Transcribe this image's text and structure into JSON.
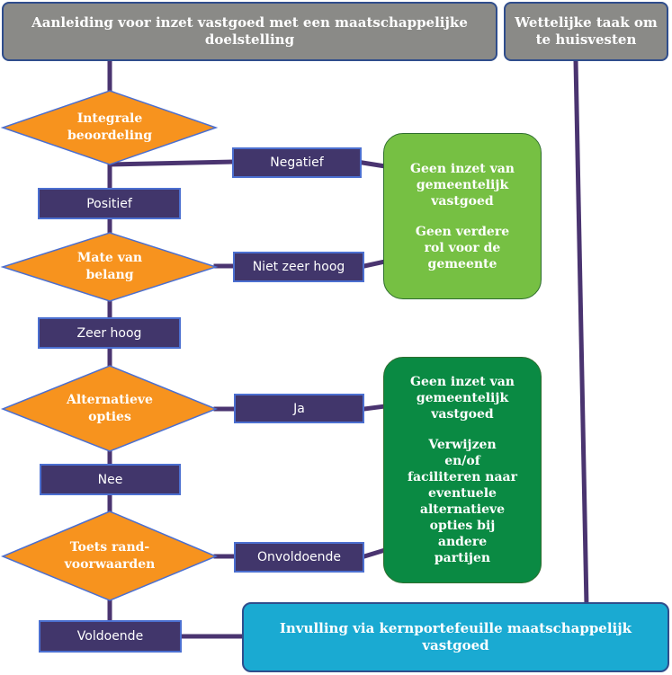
{
  "colors": {
    "header_fill": "#8a8a87",
    "decision_fill": "#f7931e",
    "label_fill": "#41366b",
    "connector": "#4a3470",
    "outcome_light_green": "#76c043",
    "outcome_dark_green": "#0a8a43",
    "final_fill": "#1aaad2"
  },
  "header": {
    "main": "Aanleiding voor inzet vastgoed met een maatschappelijke doelstelling",
    "legal": "Wettelijke taak om te huisvesten"
  },
  "decisions": [
    {
      "text": "Integrale\nbeoordeling"
    },
    {
      "text": "Mate van\nbelang"
    },
    {
      "text": "Alternatieve\nopties"
    },
    {
      "text": "Toets rand-\nvoorwaarden"
    }
  ],
  "labels": {
    "positief": "Positief",
    "negatief": "Negatief",
    "zeer_hoog": "Zeer hoog",
    "niet_zeer_hoog": "Niet zeer hoog",
    "ja": "Ja",
    "nee": "Nee",
    "onvoldoende": "Onvoldoende",
    "voldoende": "Voldoende"
  },
  "outcomes": {
    "first": {
      "line1": "Geen inzet van\ngemeentelijk\nvastgoed",
      "line2": "Geen verdere\nrol voor de\ngemeente"
    },
    "second": {
      "line1": "Geen inzet van\ngemeentelijk\nvastgoed",
      "line2": "Verwijzen\nen/of\nfaciliteren naar\neventuele\nalternatieve\nopties bij\nandere\npartijen"
    }
  },
  "final": {
    "text": "Invulling via kernportefeuille maatschappelijk vastgoed"
  }
}
